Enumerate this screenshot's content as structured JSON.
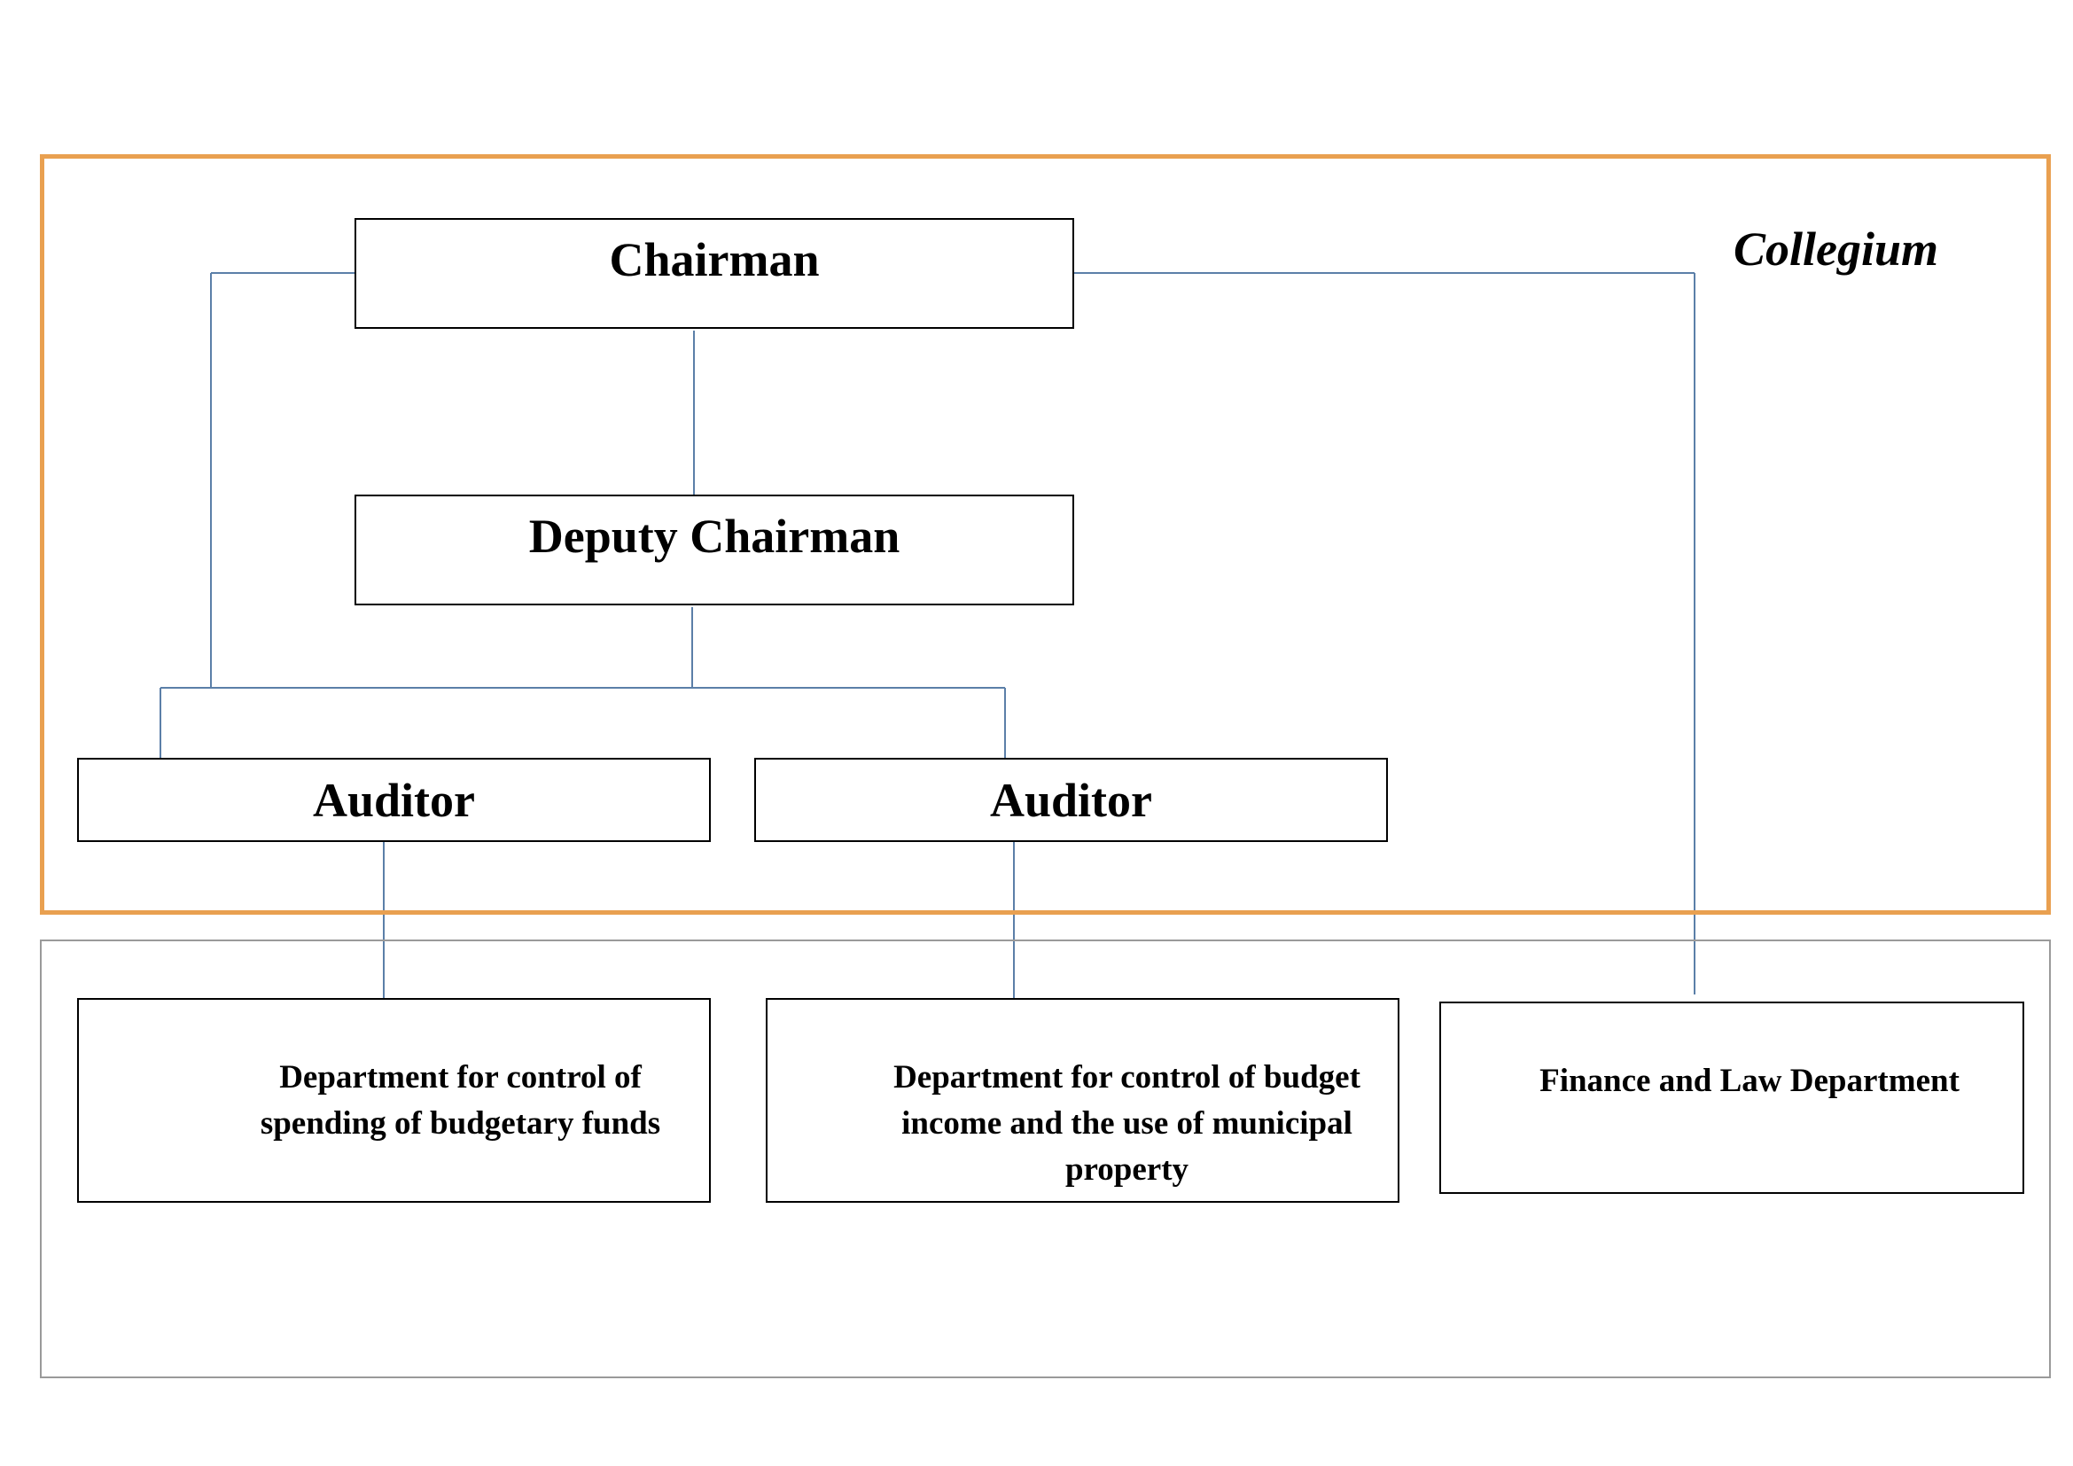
{
  "collegium": {
    "label": "Collegium",
    "border_color": "#E9A050"
  },
  "nodes": {
    "chairman": "Chairman",
    "deputy_chairman": "Deputy Chairman",
    "auditor_1": "Auditor",
    "auditor_2": "Auditor"
  },
  "departments": {
    "dept_1_line_1": "Department for control of",
    "dept_1_line_2": "spending of budgetary funds",
    "dept_2_line_1": "Department for control of budget",
    "dept_2_line_2": "income and the use of municipal",
    "dept_2_line_3": "property",
    "dept_3": "Finance and Law Department"
  },
  "colors": {
    "connector": "#5B7FA8",
    "box_border": "#000000",
    "departments_frame": "#9A9A9A"
  }
}
